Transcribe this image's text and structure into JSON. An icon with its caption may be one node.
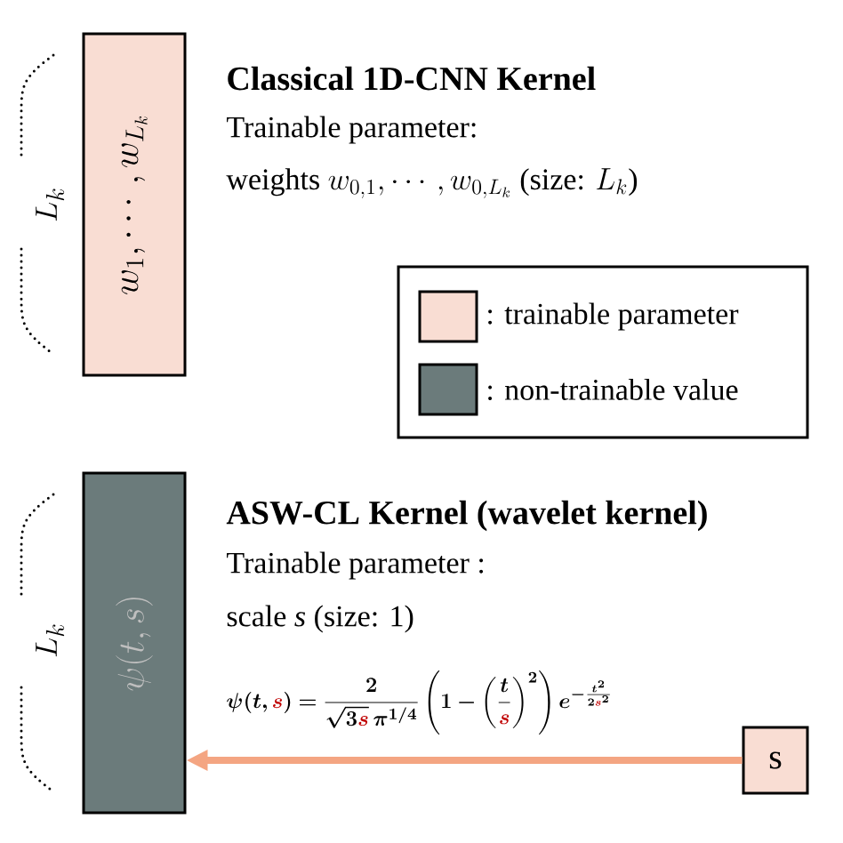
{
  "diagram": {
    "nodes": [
      {
        "text": [
          "w_1,\\cdots,w_{L_k}"
        ]
      },
      {
        "text": [
          "\\psi(t,s)"
        ]
      },
      {
        "text": [
          "s"
        ]
      }
    ],
    "edges": [
      {
        "from": 2,
        "to": 1,
        "arrow": "to",
        "color": "#f4a582"
      }
    ],
    "labels": [
      "L_k",
      "Classical 1D-CNN Kernel",
      "Trainable parameter:",
      "\\text{weights }w_{0,1},\\cdots,w_{0,L_k}\\text{ (size: }L_k\\text{)}",
      "L_k",
      "ASW-CL Kernel (wavelet kernel)",
      "Trainable parameter :",
      "scale *s* (size: 1)",
      "\\boldsymbol{\\psi(t,{\\color[HTML]{C00000}s})=\\frac{2}{\\sqrt{3{\\color[HTML]{C00000}s}}\\,\\pi^{1/4}}\\left(1-\\left(\\frac{t}{{\\color[HTML]{C00000}s}}\\right)^{2}\\right)e^{-\\frac{t^2}{2{\\color[HTML]{C00000}s}^2}}}"
    ],
    "legend": [
      {
        "text": ": trainable parameter",
        "color": "#f9ddd3"
      },
      {
        "text": ": non-trainable value",
        "color": "#6b7b7b"
      }
    ]
  }
}
